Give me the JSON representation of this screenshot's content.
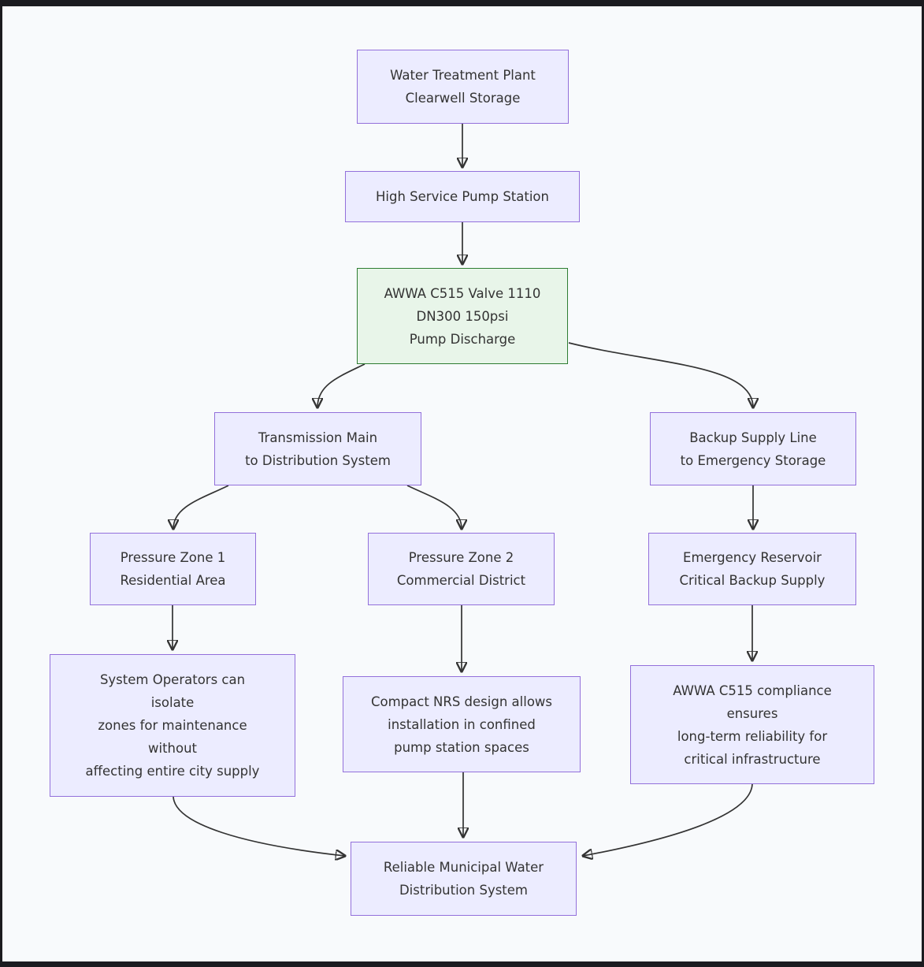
{
  "diagram_type": "flowchart",
  "nodes": {
    "clearwell": {
      "lines": [
        "Water Treatment Plant",
        "Clearwell Storage"
      ]
    },
    "pump_station": {
      "lines": [
        "High Service Pump Station"
      ]
    },
    "valve": {
      "lines": [
        "AWWA C515 Valve 1110",
        "DN300 150psi",
        "Pump Discharge"
      ]
    },
    "transmission": {
      "lines": [
        "Transmission Main",
        "to Distribution System"
      ]
    },
    "backup_line": {
      "lines": [
        "Backup Supply Line",
        "to Emergency Storage"
      ]
    },
    "zone1": {
      "lines": [
        "Pressure Zone 1",
        "Residential Area"
      ]
    },
    "zone2": {
      "lines": [
        "Pressure Zone 2",
        "Commercial District"
      ]
    },
    "reservoir": {
      "lines": [
        "Emergency Reservoir",
        "Critical Backup Supply"
      ]
    },
    "operators": {
      "lines": [
        "System Operators can",
        "isolate",
        "zones for maintenance",
        "without",
        "affecting entire city supply"
      ]
    },
    "compact": {
      "lines": [
        "Compact NRS design allows",
        "installation in confined",
        "pump station spaces"
      ]
    },
    "compliance": {
      "lines": [
        "AWWA C515 compliance",
        "ensures",
        "long-term reliability for",
        "critical infrastructure"
      ]
    },
    "reliable": {
      "lines": [
        "Reliable Municipal Water",
        "Distribution System"
      ]
    }
  },
  "edges": [
    {
      "from": "clearwell",
      "to": "pump_station"
    },
    {
      "from": "pump_station",
      "to": "valve"
    },
    {
      "from": "valve",
      "to": "transmission"
    },
    {
      "from": "valve",
      "to": "backup_line"
    },
    {
      "from": "transmission",
      "to": "zone1"
    },
    {
      "from": "transmission",
      "to": "zone2"
    },
    {
      "from": "backup_line",
      "to": "reservoir"
    },
    {
      "from": "zone1",
      "to": "operators"
    },
    {
      "from": "zone2",
      "to": "compact"
    },
    {
      "from": "reservoir",
      "to": "compliance"
    },
    {
      "from": "operators",
      "to": "reliable"
    },
    {
      "from": "compact",
      "to": "reliable"
    },
    {
      "from": "compliance",
      "to": "reliable"
    }
  ],
  "colors": {
    "background": "#f8fafc",
    "frame": "#1b1b1f",
    "node_fill": "#ececff",
    "node_border": "#9370db",
    "highlight_fill": "#e8f5e9",
    "highlight_border": "#2e7d32",
    "edge": "#333333",
    "text": "#333333"
  }
}
